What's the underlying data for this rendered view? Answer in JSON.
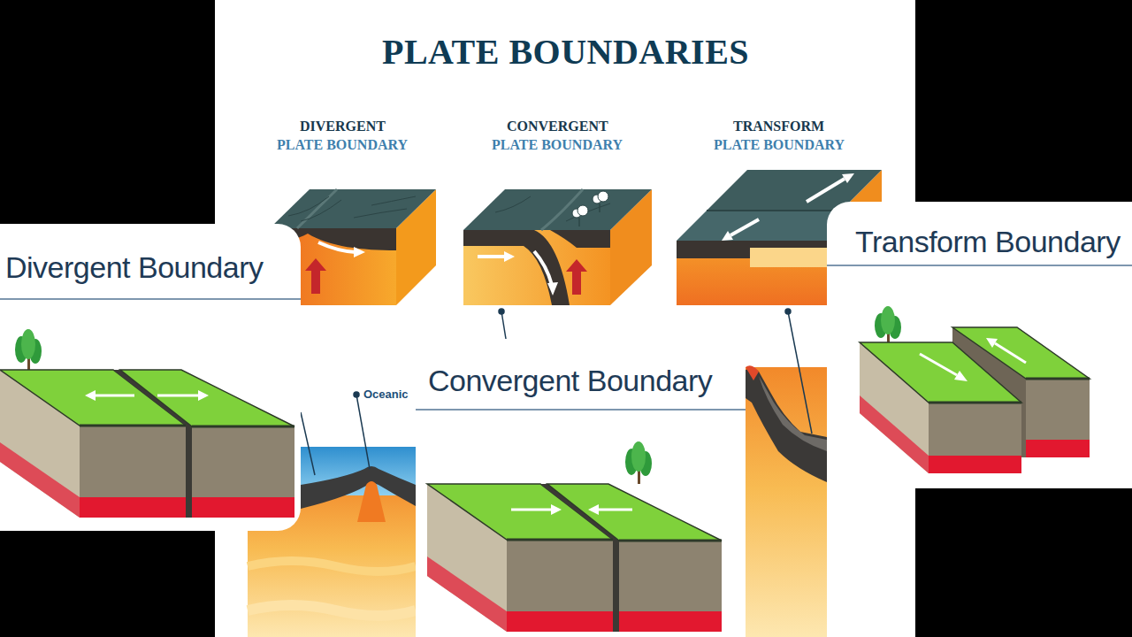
{
  "diagram": {
    "title": "PLATE BOUNDARIES",
    "nodes": [
      {
        "text": [
          "Divergent Boundary"
        ]
      },
      {
        "text": [
          "Convergent Boundary"
        ]
      },
      {
        "text": [
          "Transform Boundary"
        ]
      }
    ],
    "labels": [
      "DIVERGENT",
      "PLATE BOUNDARY",
      "CONVERGENT",
      "PLATE BOUNDARY",
      "TRANSFORM",
      "PLATE BOUNDARY",
      "Oceanic"
    ]
  }
}
